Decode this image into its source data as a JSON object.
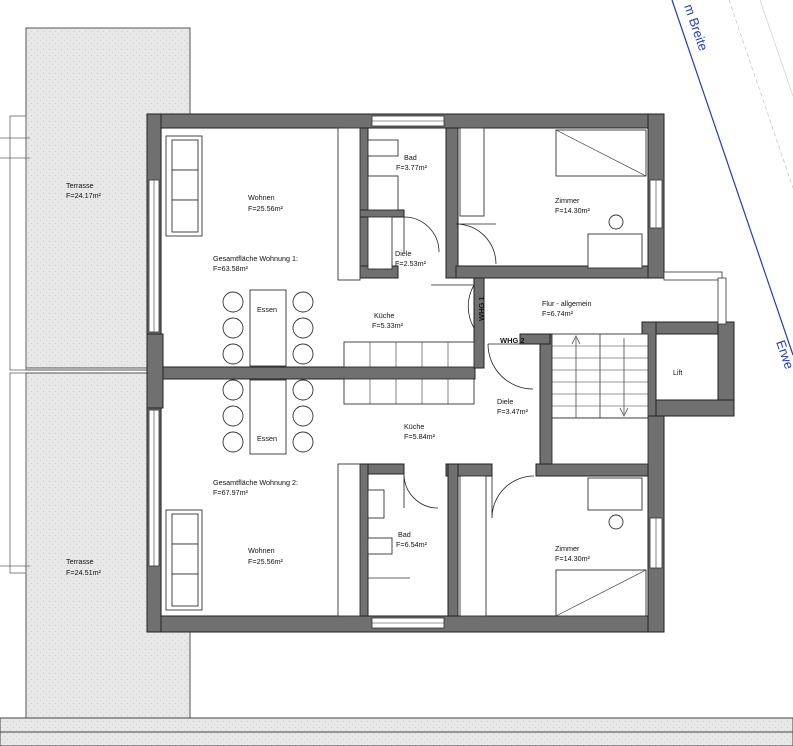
{
  "streets": {
    "top": "m Breite",
    "right": "Erwe"
  },
  "terraces": [
    {
      "name": "Terrasse",
      "area": "F=24.17m²"
    },
    {
      "name": "Terrasse",
      "area": "F=24.51m²"
    }
  ],
  "unit1": {
    "total_label": "Gesamtfläche Wohnung 1:",
    "total_area": "F=63.58m²",
    "rooms": {
      "wohnen": {
        "name": "Wohnen",
        "area": "F=25.56m²"
      },
      "bad": {
        "name": "Bad",
        "area": "F=3.77m²"
      },
      "zimmer": {
        "name": "Zimmer",
        "area": "F=14.30m²"
      },
      "diele": {
        "name": "Diele",
        "area": "F=2.53m²"
      },
      "kueche": {
        "name": "Küche",
        "area": "F=5.33m²"
      },
      "essen": {
        "name": "Essen"
      }
    }
  },
  "unit2": {
    "total_label": "Gesamtfläche Wohnung 2:",
    "total_area": "F=67.97m²",
    "rooms": {
      "wohnen": {
        "name": "Wohnen",
        "area": "F=25.56m²"
      },
      "bad": {
        "name": "Bad",
        "area": "F=6.54m²"
      },
      "zimmer": {
        "name": "Zimmer",
        "area": "F=14.30m²"
      },
      "diele": {
        "name": "Diele",
        "area": "F=3.47m²"
      },
      "kueche": {
        "name": "Küche",
        "area": "F=5.84m²"
      },
      "essen": {
        "name": "Essen"
      }
    }
  },
  "common": {
    "flur": {
      "name": "Flur - allgemein",
      "area": "F=6.74m²"
    },
    "lift": "Lift",
    "wg1": "WHG 1",
    "wg2": "WHG 2"
  },
  "colors": {
    "wall": "#707070",
    "terrace": "#e9e9e9",
    "street_line": "#1f3fb0"
  }
}
